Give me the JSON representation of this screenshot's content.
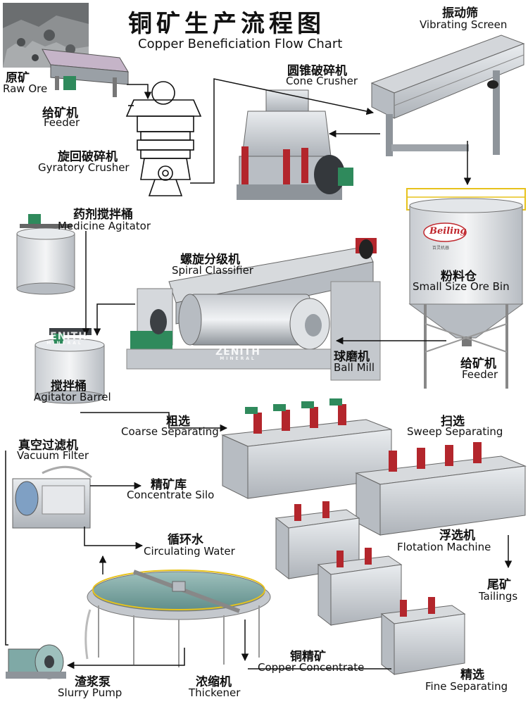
{
  "title": {
    "zh": "铜矿生产流程图",
    "en": "Copper Beneficiation Flow Chart"
  },
  "labels": {
    "raw_ore": {
      "zh": "原矿",
      "en": "Raw Ore"
    },
    "feeder_top": {
      "zh": "给矿机",
      "en": "Feeder"
    },
    "gyratory_crusher": {
      "zh": "旋回破碎机",
      "en": "Gyratory Crusher"
    },
    "cone_crusher": {
      "zh": "圆锥破碎机",
      "en": "Cone Crusher"
    },
    "vibrating_screen": {
      "zh": "振动筛",
      "en": "Vibrating Screen"
    },
    "medicine_agitator": {
      "zh": "药剂搅拌桶",
      "en": "Medicine Agitator"
    },
    "spiral_classifier": {
      "zh": "螺旋分级机",
      "en": "Spiral Classifier"
    },
    "small_size_ore_bin": {
      "zh": "粉料仓",
      "en": "Small Size Ore Bin"
    },
    "agitator_barrel": {
      "zh": "搅拌桶",
      "en": "Agitator Barrel"
    },
    "ball_mill": {
      "zh": "球磨机",
      "en": "Ball Mill"
    },
    "feeder_mid": {
      "zh": "给矿机",
      "en": "Feeder"
    },
    "coarse_separating": {
      "zh": "粗选",
      "en": "Coarse Separating"
    },
    "sweep_separating": {
      "zh": "扫选",
      "en": "Sweep Separating"
    },
    "vacuum_filter": {
      "zh": "真空过滤机",
      "en": "Vacuum Filter"
    },
    "concentrate_silo": {
      "zh": "精矿库",
      "en": "Concentrate Silo"
    },
    "circulating_water": {
      "zh": "循环水",
      "en": "Circulating Water"
    },
    "flotation_machine": {
      "zh": "浮选机",
      "en": "Flotation Machine"
    },
    "tailings": {
      "zh": "尾矿",
      "en": "Tailings"
    },
    "copper_concentrate": {
      "zh": "铜精矿",
      "en": "Copper Concentrate"
    },
    "slurry_pump": {
      "zh": "渣浆泵",
      "en": "Slurry Pump"
    },
    "thickener": {
      "zh": "浓缩机",
      "en": "Thickener"
    },
    "fine_separating": {
      "zh": "精选",
      "en": "Fine Separating"
    }
  },
  "watermark": {
    "brand": "ZENITH",
    "sub": "MINERAL"
  },
  "bin_logo": {
    "brand": "Beiling",
    "sub": "百灵机器"
  },
  "colors": {
    "machine_grey": "#c9cdd2",
    "machine_dark": "#6f7479",
    "accent_red": "#b3262c",
    "accent_green": "#2f8a5c",
    "pipe_yellow": "#e7c21c",
    "water": "#7fa9a6",
    "arrow": "#111111"
  }
}
